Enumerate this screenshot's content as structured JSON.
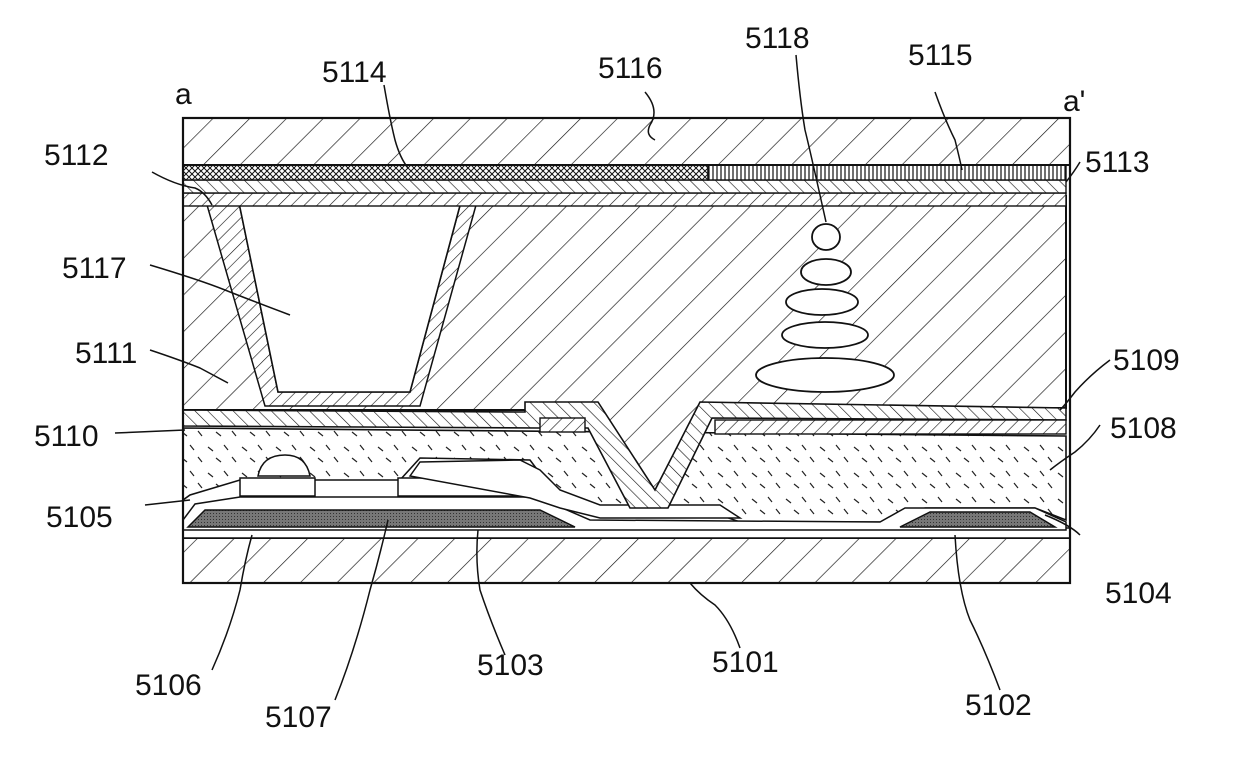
{
  "diagram": {
    "colors": {
      "ink": "#111111",
      "paper": "#ffffff",
      "fill_dark": "#666666"
    },
    "section_labels": {
      "left": "a",
      "right": "a'"
    },
    "parts": [
      {
        "id": "5101",
        "label": "5101"
      },
      {
        "id": "5102",
        "label": "5102"
      },
      {
        "id": "5103",
        "label": "5103"
      },
      {
        "id": "5104",
        "label": "5104"
      },
      {
        "id": "5105",
        "label": "5105"
      },
      {
        "id": "5106",
        "label": "5106"
      },
      {
        "id": "5107",
        "label": "5107"
      },
      {
        "id": "5108",
        "label": "5108"
      },
      {
        "id": "5109",
        "label": "5109"
      },
      {
        "id": "5110",
        "label": "5110"
      },
      {
        "id": "5111",
        "label": "5111"
      },
      {
        "id": "5112",
        "label": "5112"
      },
      {
        "id": "5113",
        "label": "5113"
      },
      {
        "id": "5114",
        "label": "5114"
      },
      {
        "id": "5115",
        "label": "5115"
      },
      {
        "id": "5116",
        "label": "5116"
      },
      {
        "id": "5117",
        "label": "5117"
      },
      {
        "id": "5118",
        "label": "5118"
      }
    ]
  }
}
